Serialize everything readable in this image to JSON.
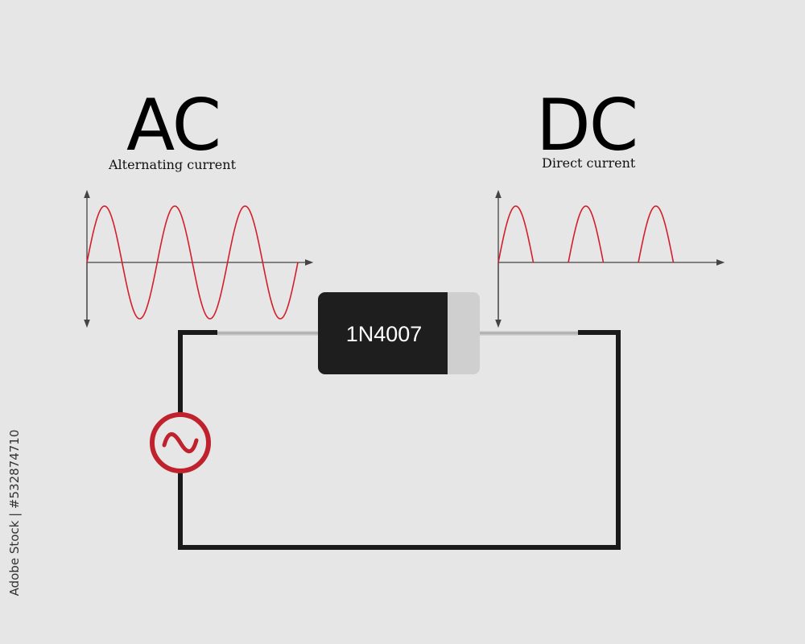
{
  "ac": {
    "title": "AC",
    "subtitle": "Alternating current"
  },
  "dc": {
    "title": "DC",
    "subtitle": "Direct current"
  },
  "diode": {
    "label": "1N4007"
  },
  "source": {
    "icon": "ac-source-symbol"
  },
  "colors": {
    "waveform": "#d21f2b",
    "source_ring": "#c0222d",
    "wire": "#1a1a1a",
    "diode_body": "#1e1e1e",
    "diode_band": "#cfcfcf",
    "background": "#e6e6e6"
  },
  "watermark": "Adobe Stock | #532874710"
}
